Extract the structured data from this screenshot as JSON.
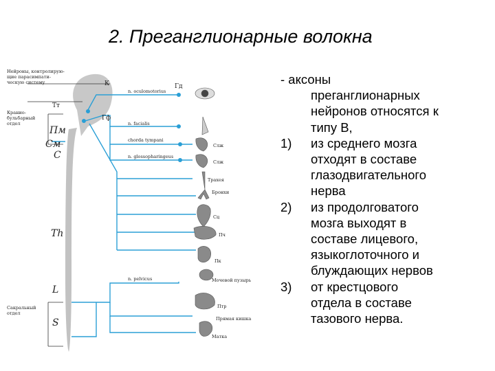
{
  "title": "2. Преганглионарные волокна",
  "diagram": {
    "labels": {
      "neurons": [
        "Нейроны, контролирую-",
        "щие парасимпати-",
        "ческую систему"
      ],
      "cranio": [
        "Кранио-",
        "бульбарный",
        "отдел"
      ],
      "sacral": [
        "Сакральный",
        "отдел"
      ],
      "K": "К",
      "Tt": "Тт",
      "Pm": "Пм",
      "Sm": "См",
      "C": "С",
      "Th": "Th",
      "L": "L",
      "S": "S",
      "Gd": "Гд",
      "Gf": "Гф",
      "n_oculomotorius": "n. oculomotorius",
      "n_facialis": "n. facialis",
      "chorda_tympani": "chorda tympani",
      "n_glossopharingeus": "n. glossopharingeus",
      "n_pelvicus": "n. pelvicus",
      "Slzh1": "Слж",
      "Slzh2": "Слж",
      "trachea": "Трахея",
      "bronchi": "Бронхи",
      "Sts": "Сц",
      "Pch": "Пч",
      "Pk": "Пк",
      "bladder": "Мочевой пузырь",
      "Ptr": "Птр",
      "rectum": "Прямая кишка",
      "uterus": "Матка"
    }
  },
  "text": {
    "intro": [
      "- аксоны",
      "преганглионарных",
      "нейронов относятся к",
      "типу В,"
    ],
    "items": [
      {
        "num": "1)",
        "lines": [
          "из среднего мозга",
          "отходят в составе",
          "глазодвигательного",
          "нерва"
        ]
      },
      {
        "num": "2)",
        "lines": [
          "из продолговатого",
          "мозга выходят в",
          "составе лицевого,",
          "языкоглоточного и",
          "блуждающих нервов"
        ]
      },
      {
        "num": "3)",
        "lines": [
          "от крестцового",
          "отдела в составе",
          "тазового нерва."
        ]
      }
    ]
  },
  "colors": {
    "nerve": "#2a9fd6",
    "cord": "#b8b8b8",
    "organ": "#8a8a8a"
  }
}
